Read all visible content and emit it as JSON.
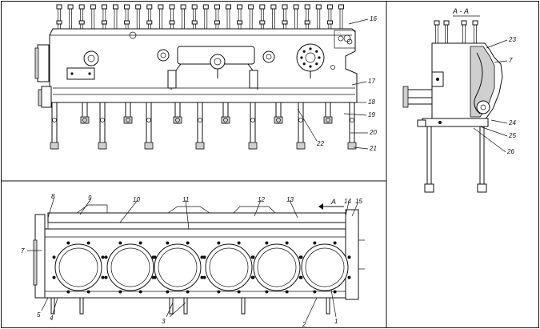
{
  "figure": {
    "section_label": "А - А",
    "callouts_top": [
      "16",
      "17",
      "18",
      "19",
      "20",
      "21",
      "22"
    ],
    "callouts_right": [
      "23",
      "7",
      "24",
      "25",
      "26"
    ],
    "callouts_bottom": [
      "8",
      "9",
      "10",
      "11",
      "12",
      "13",
      "14",
      "15",
      "7",
      "5",
      "4",
      "3",
      "2",
      "1"
    ],
    "section_marker": "А"
  },
  "colors": {
    "ink": "#111111",
    "paper": "#ffffff"
  }
}
